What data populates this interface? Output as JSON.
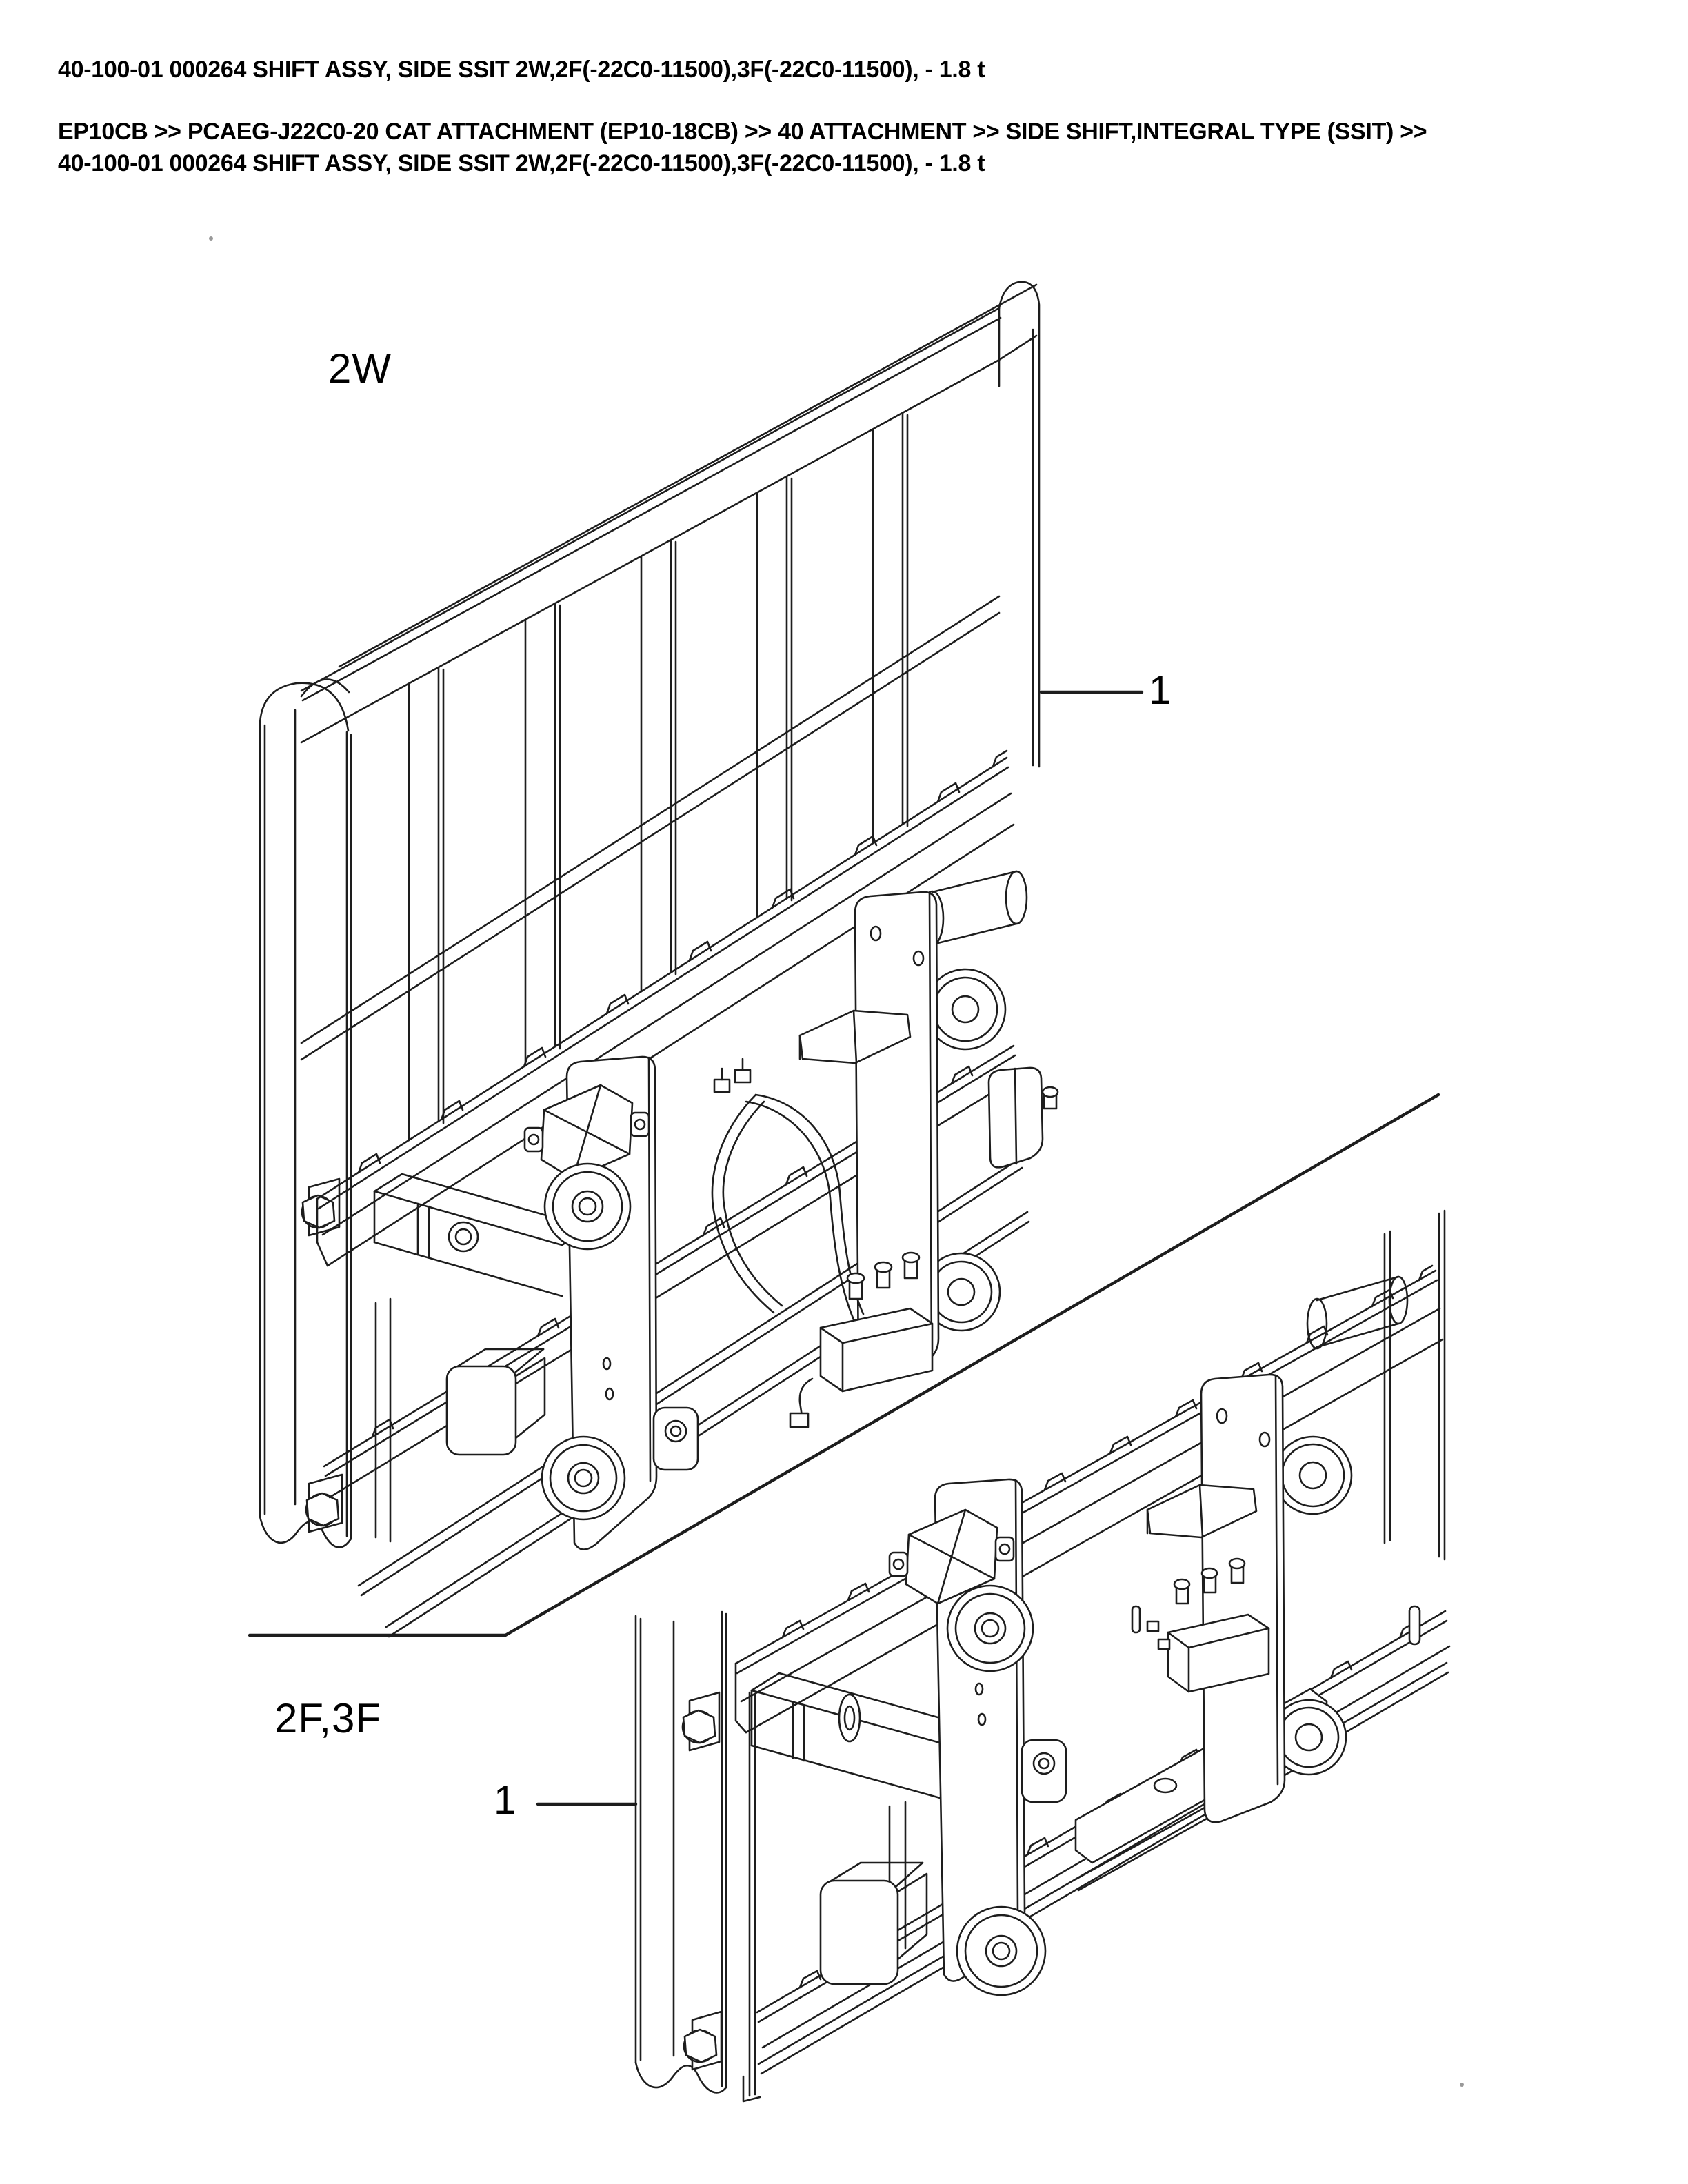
{
  "page": {
    "title": "40-100-01 000264 SHIFT ASSY, SIDE SSIT 2W,2F(-22C0-11500),3F(-22C0-11500), - 1.8 t",
    "breadcrumb": {
      "line1": "EP10CB >> PCAEG-J22C0-20 CAT ATTACHMENT (EP10-18CB) >> 40 ATTACHMENT >> SIDE SHIFT,INTEGRAL TYPE (SSIT) >>",
      "line2": "40-100-01 000264 SHIFT ASSY, SIDE SSIT 2W,2F(-22C0-11500),3F(-22C0-11500), - 1.8 t"
    }
  },
  "figure": {
    "top_variant_label": "2W",
    "bottom_variant_label": "2F,3F",
    "top_callout": "1",
    "bottom_callout": "1",
    "line_color": "#1d1d1d",
    "background_color": "#ffffff"
  }
}
